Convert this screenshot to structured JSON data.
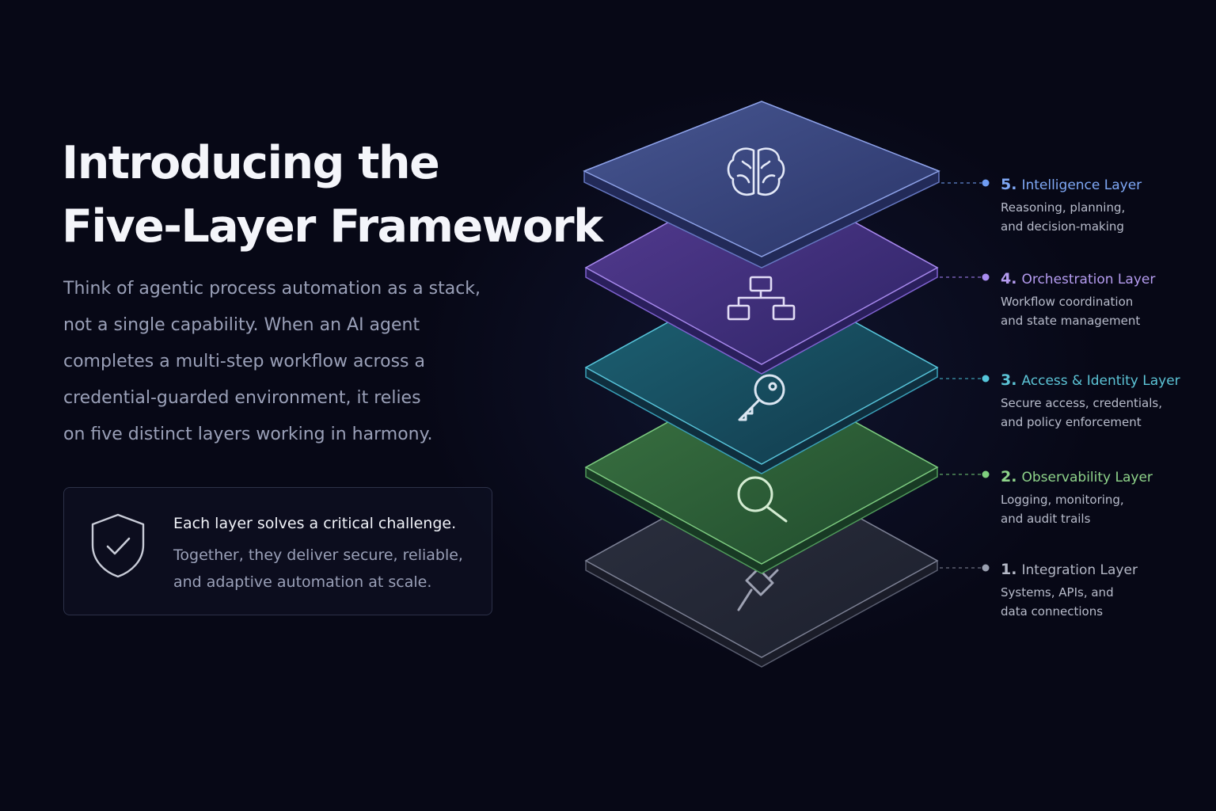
{
  "headline": {
    "line1": "Introducing the",
    "line2": "Five-Layer Framework"
  },
  "intro_lines": [
    "Think of agentic process automation as a stack,",
    "not a single capability. When an AI agent",
    "completes a multi-step workflow across a",
    "credential-guarded environment, it relies",
    "on five distinct layers working in harmony."
  ],
  "callout": {
    "icon": "shield-check-icon",
    "title": "Each layer solves a critical challenge.",
    "body_lines": [
      "Together, they deliver secure, reliable,",
      "and adaptive automation at scale."
    ]
  },
  "layers": [
    {
      "number": "5.",
      "name": "Intelligence Layer",
      "desc_lines": [
        "Reasoning, planning,",
        "and decision-making"
      ],
      "icon": "brain-icon",
      "color": "#7fa8f5"
    },
    {
      "number": "4.",
      "name": "Orchestration Layer",
      "desc_lines": [
        "Workflow coordination",
        "and state management"
      ],
      "icon": "workflow-hierarchy-icon",
      "color": "#b59cf0"
    },
    {
      "number": "3.",
      "name": "Access & Identity Layer",
      "desc_lines": [
        "Secure access, credentials,",
        "and policy enforcement"
      ],
      "icon": "key-icon",
      "color": "#5cc4d6"
    },
    {
      "number": "2.",
      "name": "Observability Layer",
      "desc_lines": [
        "Logging, monitoring,",
        "and audit trails"
      ],
      "icon": "magnifier-icon",
      "color": "#8fd48a"
    },
    {
      "number": "1.",
      "name": "Integration Layer",
      "desc_lines": [
        "Systems, APIs, and",
        "data connections"
      ],
      "icon": "plug-icon",
      "color": "#b4b8c6"
    }
  ]
}
